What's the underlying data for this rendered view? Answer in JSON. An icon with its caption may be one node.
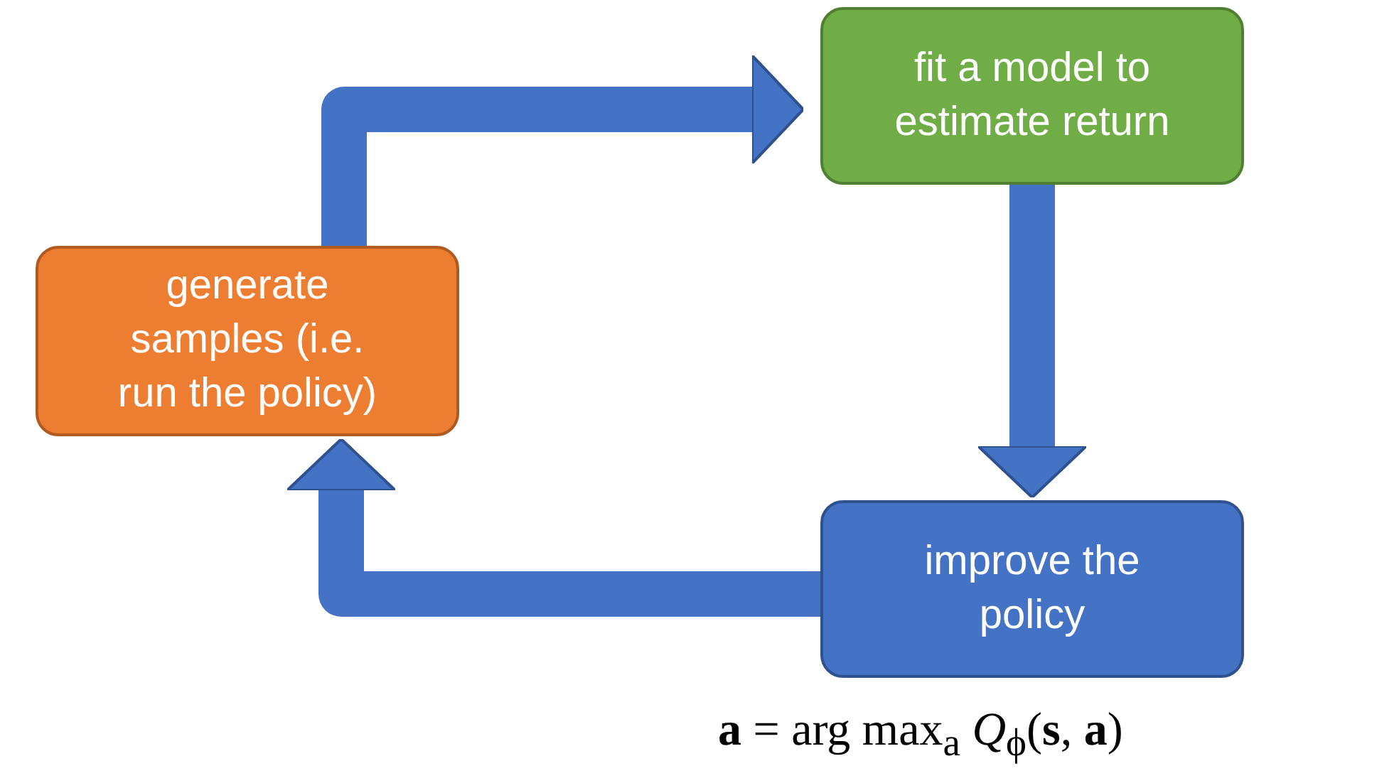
{
  "diagram": {
    "nodes": [
      {
        "text": [
          "generate samples (i.e. run the policy)"
        ]
      },
      {
        "text": [
          "fit a model to estimate return"
        ]
      },
      {
        "text": [
          "improve the policy"
        ]
      }
    ],
    "edges": [
      {
        "from": 0,
        "to": 1,
        "arrow": "to"
      },
      {
        "from": 1,
        "to": 2,
        "arrow": "to"
      },
      {
        "from": 2,
        "to": 0,
        "arrow": "to"
      }
    ],
    "labels": [
      "**a** = arg max$_{a}$ *Q*$_{ϕ}$(**s**, **a**)"
    ]
  }
}
